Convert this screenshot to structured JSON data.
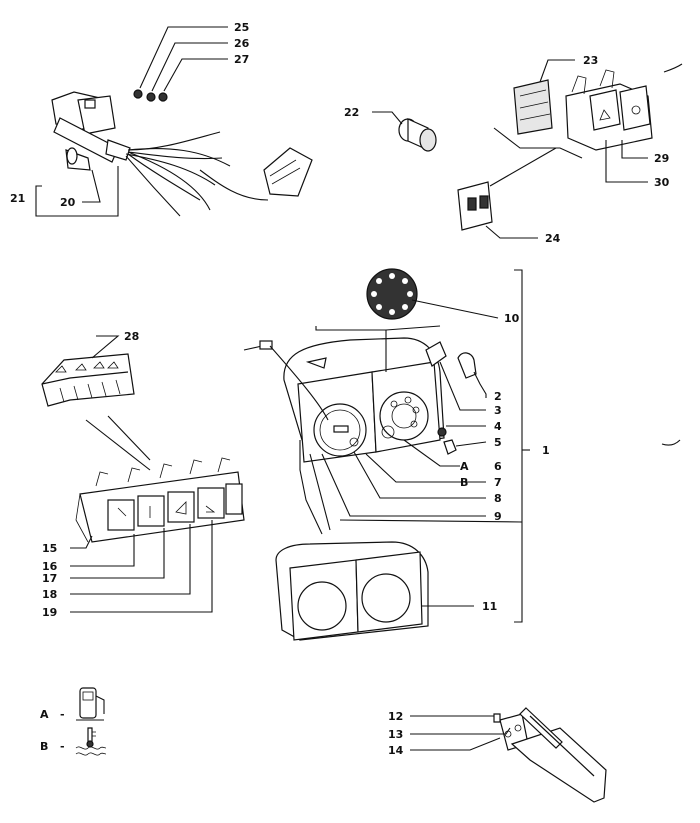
{
  "callouts": {
    "c1": "1",
    "c2": "2",
    "c3": "3",
    "c4": "4",
    "c5": "5",
    "c6": "6",
    "c7": "7",
    "c8": "8",
    "c9": "9",
    "c10": "10",
    "c11": "11",
    "c12": "12",
    "c13": "13",
    "c14": "14",
    "c15": "15",
    "c16": "16",
    "c17": "17",
    "c18": "18",
    "c19": "19",
    "c20": "20",
    "c21": "21",
    "c22": "22",
    "c23": "23",
    "c24": "24",
    "c25": "25",
    "c26": "26",
    "c27": "27",
    "c28": "28",
    "c29": "29",
    "c30": "30",
    "letterA": "A",
    "letterB": "B"
  },
  "legend": {
    "a_letter": "A",
    "a_dash": "-",
    "a_icon": "fuel-pump-icon",
    "b_letter": "B",
    "b_dash": "-",
    "b_icon": "coolant-temperature-icon"
  }
}
